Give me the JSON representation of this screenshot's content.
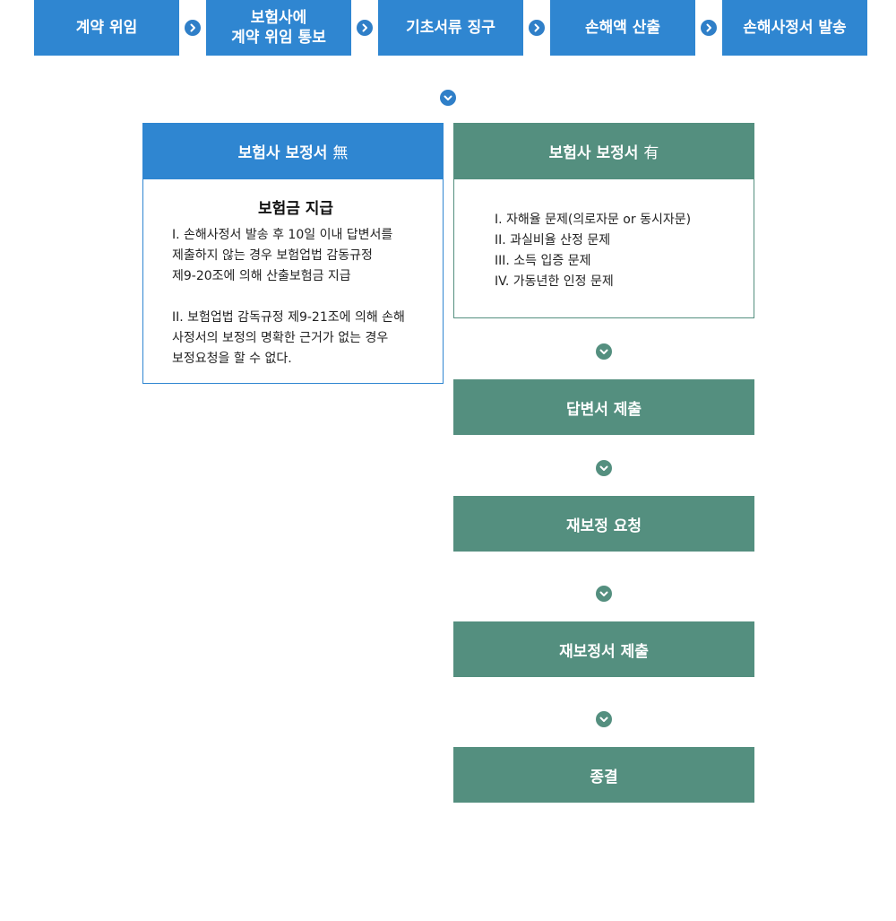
{
  "steps": [
    {
      "label": "계약 위임"
    },
    {
      "label": "보험사에\n계약 위임 통보"
    },
    {
      "label": "기초서류 징구"
    },
    {
      "label": "손해액 산출"
    },
    {
      "label": "손해사정서 발송"
    }
  ],
  "left_panel": {
    "header": "보험사 보정서",
    "header_hanja": "無",
    "title": "보험금 지급",
    "paragraphs": [
      "I. 손해사정서 발송 후 10일 이내 답변서를\n제출하지 않는 경우 보험업법 감동규정\n제9-20조에 의해 산출보험금 지급",
      "II. 보험업법 감독규정 제9-21조에 의해 손해\n사정서의 보정의 명확한 근거가 없는 경우\n보정요청을 할 수 없다."
    ]
  },
  "right_panel": {
    "header": "보험사 보정서",
    "header_hanja": "有",
    "items": [
      "I. 자해율 문제(의로자문 or 동시자문)",
      "II. 과실비율 산정 문제",
      "III. 소득 입증 문제",
      "IV. 가동년한 인정 문제"
    ]
  },
  "flow": [
    {
      "label": "답변서 제출"
    },
    {
      "label": "재보정 요청"
    },
    {
      "label": "재보정서 제출"
    },
    {
      "label": "종결"
    }
  ],
  "colors": {
    "blue": "#2f86d1",
    "green": "#548f7f"
  }
}
